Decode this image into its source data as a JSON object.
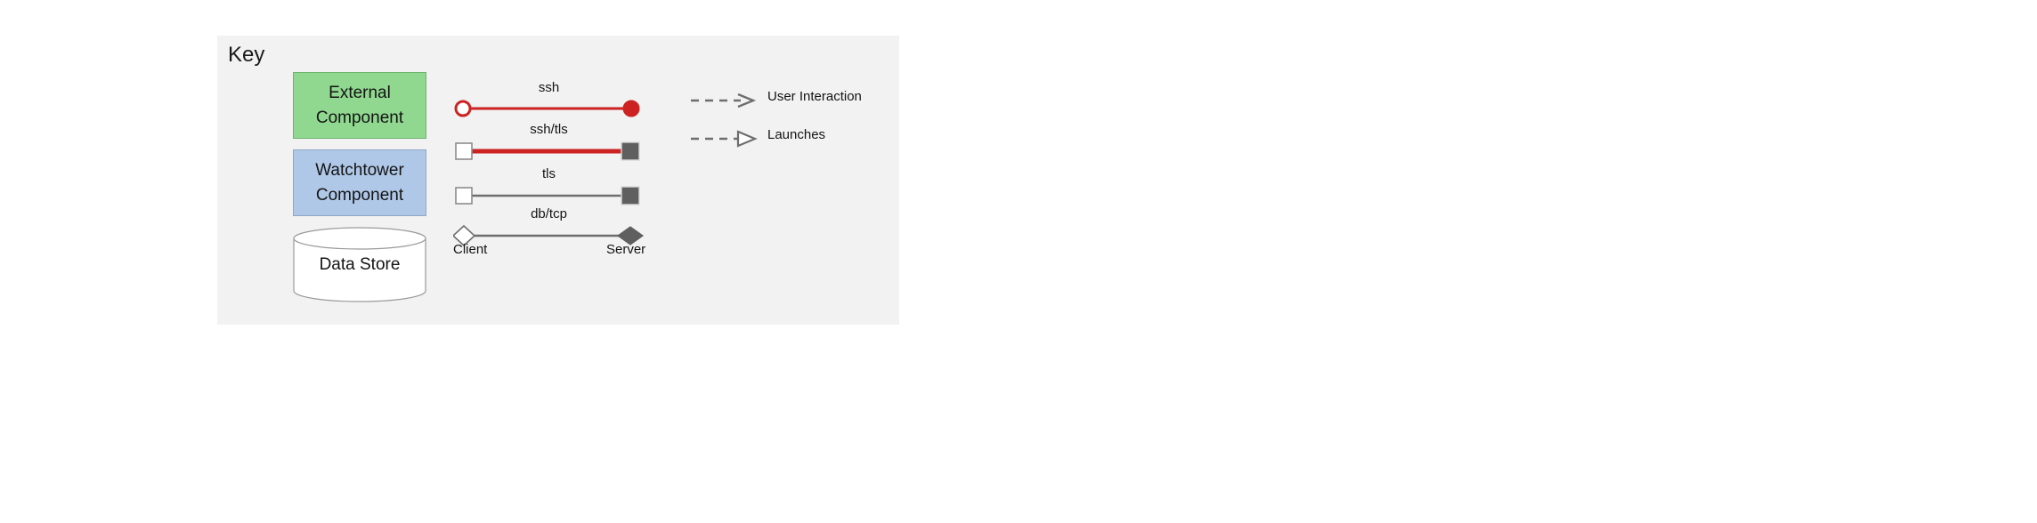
{
  "legend": {
    "title": "Key",
    "nodes": [
      {
        "name": "external-component",
        "lines": [
          "External",
          "Component"
        ],
        "shape": "rectangle",
        "fill": "#90d890",
        "stroke": "#6fb36f"
      },
      {
        "name": "watchtower-component",
        "lines": [
          "Watchtower",
          "Component"
        ],
        "shape": "rectangle",
        "fill": "#b0c8e8",
        "stroke": "#8fa7c4"
      },
      {
        "name": "data-store",
        "lines": [
          "Data Store"
        ],
        "shape": "cylinder",
        "fill": "#ffffff",
        "stroke": "#9a9a9a"
      }
    ],
    "connectors": [
      {
        "label": "ssh",
        "line_color": "#cc2222",
        "client_marker": "open-circle",
        "server_marker": "filled-circle"
      },
      {
        "label": "ssh/tls",
        "line_color": "#cc2222",
        "client_marker": "open-square",
        "server_marker": "filled-square"
      },
      {
        "label": "tls",
        "line_color": "#6e6e6e",
        "client_marker": "open-square",
        "server_marker": "filled-square"
      },
      {
        "label": "db/tcp",
        "line_color": "#6e6e6e",
        "client_marker": "open-diamond",
        "server_marker": "filled-diamond"
      }
    ],
    "endpoint_labels": {
      "client": "Client",
      "server": "Server"
    },
    "arrows": [
      {
        "label": "User Interaction",
        "style": "dashed",
        "head": "open-vee",
        "color": "#6e6e6e"
      },
      {
        "label": "Launches",
        "style": "dashed",
        "head": "hollow-triangle",
        "color": "#6e6e6e"
      }
    ],
    "colors": {
      "panel_background": "#f2f2f2",
      "page_background": "#ffffff",
      "text": "#141414",
      "accent_red": "#cc2222",
      "accent_gray": "#6e6e6e",
      "marker_fill_dark": "#5f5f5f"
    }
  }
}
